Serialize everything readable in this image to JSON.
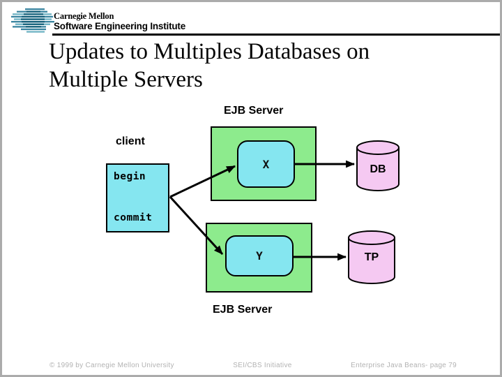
{
  "header": {
    "brand_line1": "Carnegie Mellon",
    "brand_line2": "Software Engineering Institute"
  },
  "slide_title": "Updates to Multiples Databases on Multiple Servers",
  "diagram": {
    "top_server_label": "EJB Server",
    "bottom_server_label": "EJB Server",
    "client_label": "client",
    "client_begin": "begin",
    "client_commit": "commit",
    "bean_x_label": "X",
    "bean_y_label": "Y",
    "db_label": "DB",
    "tp_label": "TP"
  },
  "colors": {
    "server_green": "#8deb8d",
    "bean_cyan": "#85e6f0",
    "db_pink": "#f5c9f2",
    "logo_teal_light": "#6fb3c4",
    "logo_teal_mid": "#3a85a0",
    "logo_teal_dark": "#14607a",
    "footer_gray": "#b2b2b2"
  },
  "footer": {
    "copyright": "© 1999 by Carnegie Mellon University",
    "initiative": "SEI/CBS Initiative",
    "page": "Enterprise Java Beans- page 79"
  }
}
